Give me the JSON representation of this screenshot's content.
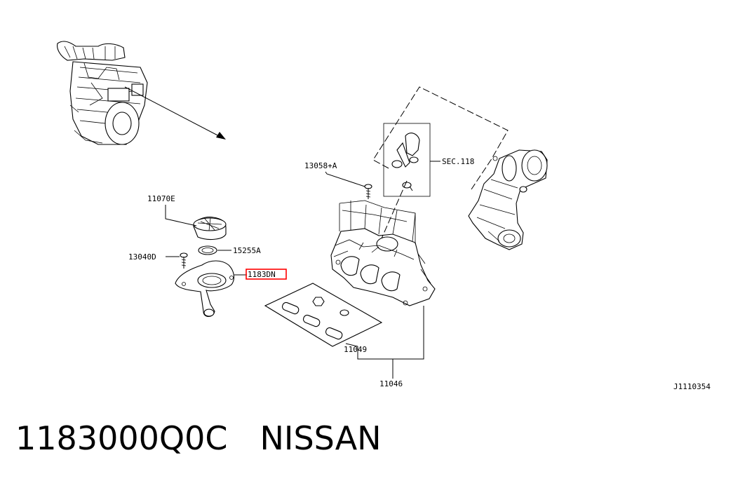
{
  "diagram": {
    "reference_code": "J1110354",
    "highlight_color": "#ff0000",
    "callouts": {
      "c11070E": "11070E",
      "c13040D": "13040D",
      "c15255A": "15255A",
      "c1183DN": "1183DN",
      "c13058A": "13058+A",
      "sec118": "SEC.118",
      "c11049": "11049",
      "c11046": "11046"
    }
  },
  "caption": {
    "part_number": "1183000Q0C",
    "brand": "NISSAN"
  }
}
